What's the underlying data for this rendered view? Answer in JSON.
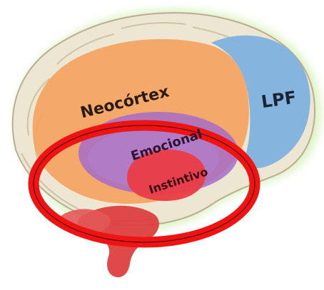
{
  "labels": {
    "neocortex": "Neocórtex",
    "lpf": "LPF",
    "emocional": "Emocional",
    "instintivo": "Instintivo"
  },
  "colors": {
    "neocortex": "#f4a35f",
    "neocortex_outline": "#e9e2cf",
    "lpf": "#7fb2df",
    "emocional": "#a46cc8",
    "instintivo": "#ea3c45",
    "brainstem": "#dd3f3f",
    "highlight_ring": "#ef1414",
    "halo": "#d8f0b8"
  }
}
